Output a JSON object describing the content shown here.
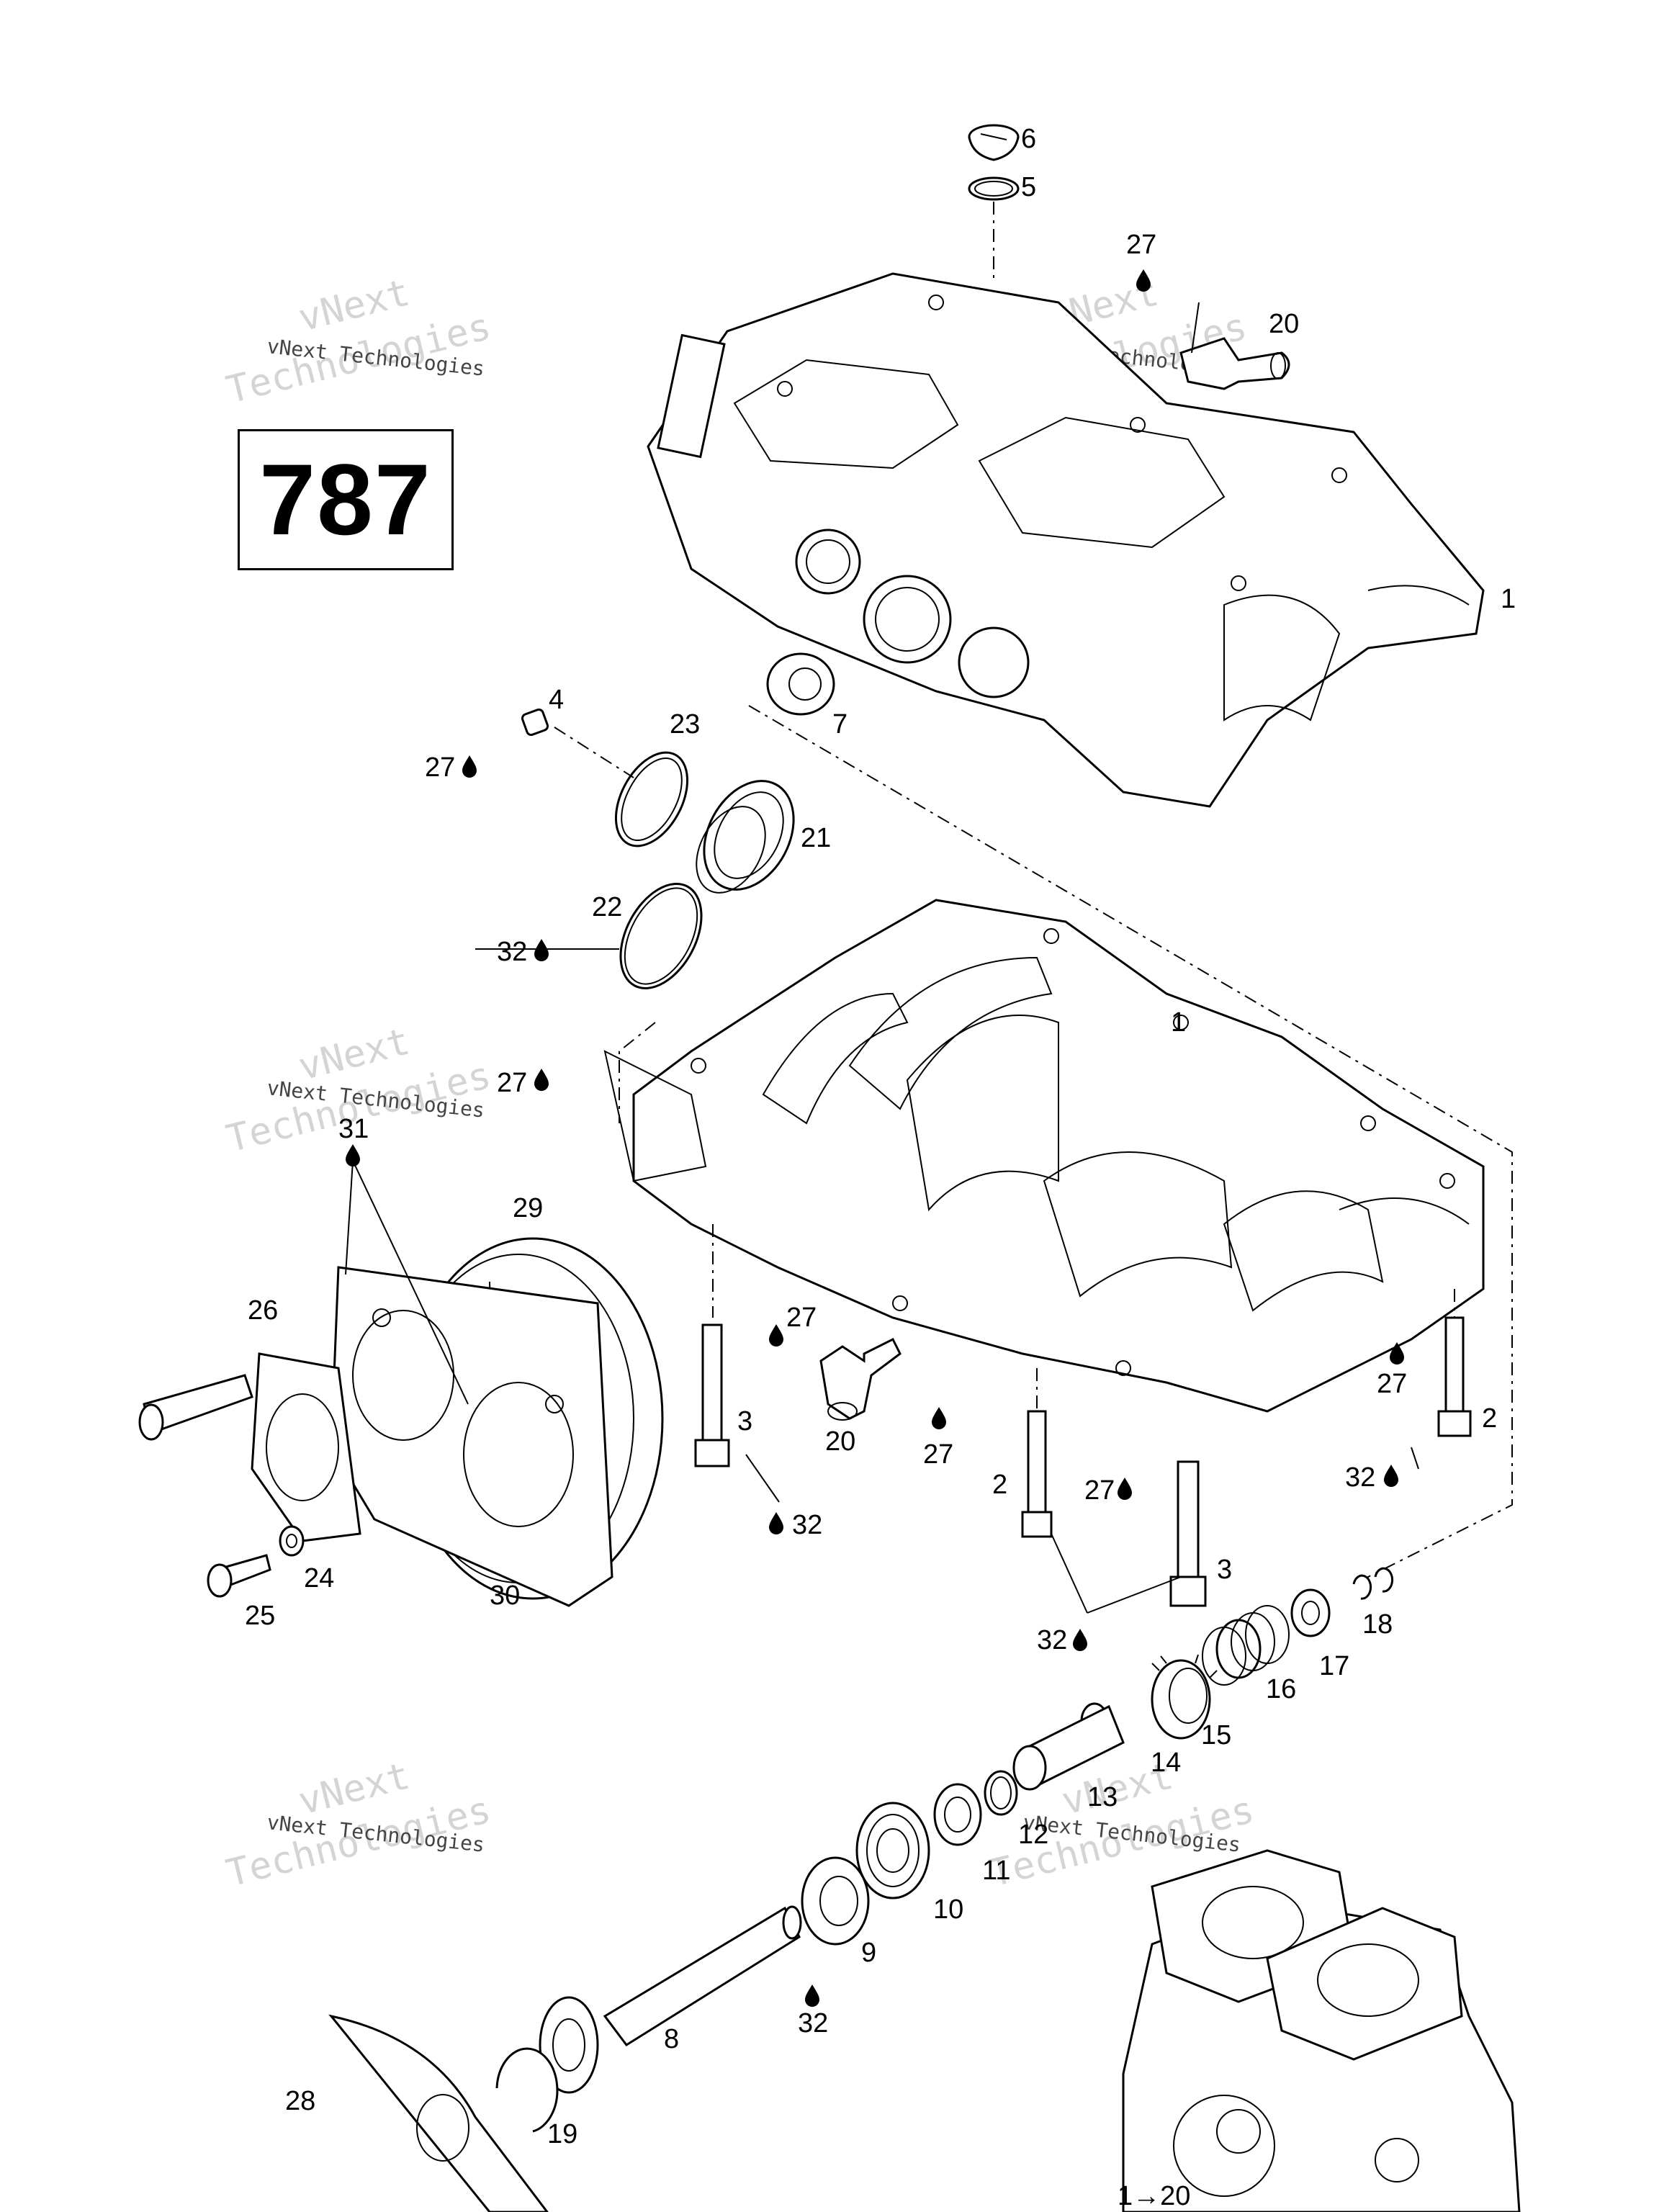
{
  "diagram": {
    "model_number": "787",
    "watermark_line1": "vNext",
    "watermark_line2": "Technologies",
    "watermark_small": "vNext Technologies",
    "callouts": {
      "c1a": "1",
      "c1b": "1",
      "c2a": "2",
      "c2b": "2",
      "c3a": "3",
      "c3b": "3",
      "c4": "4",
      "c5": "5",
      "c6": "6",
      "c7": "7",
      "c8": "8",
      "c9": "9",
      "c10": "10",
      "c11": "11",
      "c12": "12",
      "c13": "13",
      "c14": "14",
      "c15": "15",
      "c16": "16",
      "c17": "17",
      "c18": "18",
      "c19": "19",
      "c20a": "20",
      "c20b": "20",
      "c21": "21",
      "c22": "22",
      "c23": "23",
      "c24": "24",
      "c25": "25",
      "c26": "26",
      "c27a": "27",
      "c27b": "27",
      "c27c": "27",
      "c27d": "27",
      "c27e": "27",
      "c27f": "27",
      "c27g": "27",
      "c27h": "27",
      "c28": "28",
      "c29": "29",
      "c30": "30",
      "c31": "31",
      "c32a": "32",
      "c32b": "32",
      "c32c": "32",
      "c32d": "32",
      "c32e": "32",
      "c1to20": "1→20"
    }
  }
}
